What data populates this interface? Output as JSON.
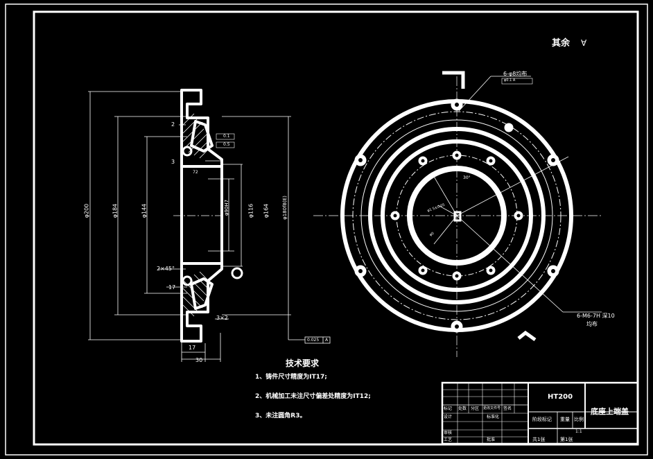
{
  "surface_note": "其余",
  "surface_symbol": "∀",
  "material": "HT200",
  "part_name": "底座上端盖",
  "requirements": {
    "title": "技术要求",
    "items": [
      "1、铸件尺寸精度为IT17;",
      "2、机械加工未注尺寸偏差处精度为IT12;",
      "3、未注圆角R3。"
    ]
  },
  "section_dims": {
    "d200": "φ200",
    "d184": "φ184",
    "d144": "φ144",
    "d116": "φ116",
    "d90": "φ90H7",
    "d164": "φ164",
    "d180": "φ180f8(E)",
    "len17a": "17",
    "len30": "30",
    "len17b": "17",
    "chamfer": "2×45°",
    "three": "3×2",
    "two": "2",
    "three_top": "3",
    "r72": "72",
    "tol1": "0.1",
    "tol2": "0.5",
    "datum": "A",
    "fcf_bottom": "0.025"
  },
  "plan_callouts": {
    "holes_8": "6-φ8均布",
    "holes_tol": "φ0.1 A",
    "threads_line1": "6-M6-7H 深10",
    "threads_line2": "均布",
    "angle": "30°",
    "pcd_inner": "φ1 5±0.05",
    "pcd_small": "φ0"
  },
  "title_block": {
    "row1": [
      "标记",
      "处数",
      "分区",
      "更改文件号",
      "签名"
    ],
    "row2": [
      "设计",
      "",
      "标准化",
      ""
    ],
    "row3": [
      "审核",
      ""
    ],
    "row4": [
      "工艺",
      "",
      "批准",
      ""
    ],
    "stage": "阶段标记",
    "weight": "重量",
    "scale": "比例",
    "scale_val": "1:1",
    "sheets": "共1张",
    "sheet_no": "第1张"
  }
}
